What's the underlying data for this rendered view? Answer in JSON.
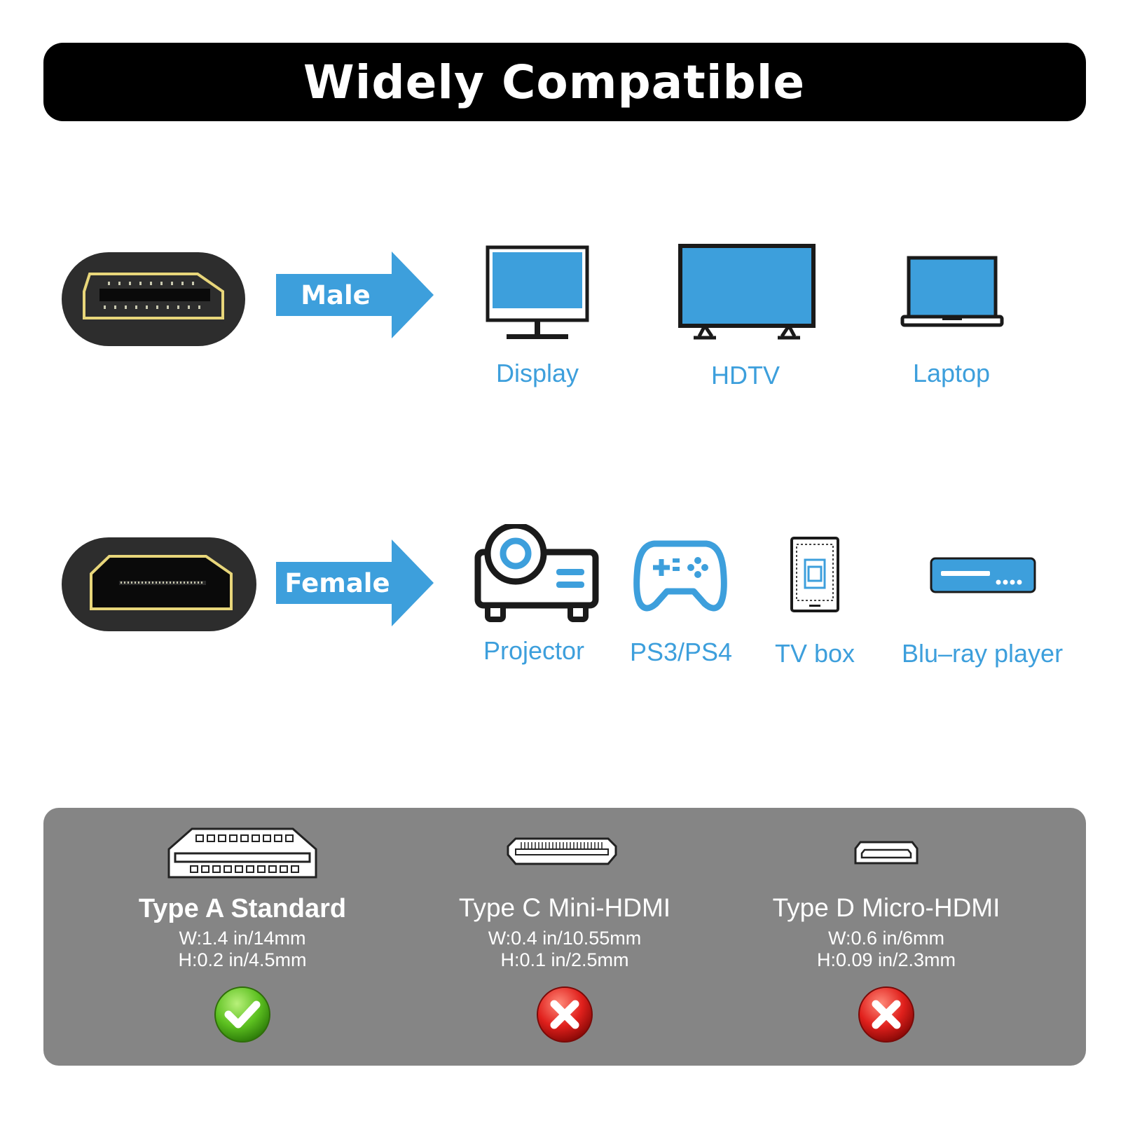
{
  "header": {
    "title": "Widely Compatible"
  },
  "colors": {
    "accent_blue": "#3d9fdc",
    "connector_gold": "#e8d67a",
    "connector_body": "#2d2d2d",
    "panel_gray": "#858585",
    "check_green": "#5cc020",
    "cross_red": "#e0201c"
  },
  "male_row": {
    "connector_icon": "hdmi-male-port-icon",
    "arrow_label": "Male",
    "devices": [
      {
        "label": "Display",
        "icon": "monitor-icon"
      },
      {
        "label": "HDTV",
        "icon": "tv-icon"
      },
      {
        "label": "Laptop",
        "icon": "laptop-icon"
      }
    ]
  },
  "female_row": {
    "connector_icon": "hdmi-female-port-icon",
    "arrow_label": "Female",
    "devices": [
      {
        "label": "Projector",
        "icon": "projector-icon"
      },
      {
        "label": "PS3/PS4",
        "icon": "gamepad-icon"
      },
      {
        "label": "TV box",
        "icon": "tv-box-icon"
      },
      {
        "label": "Blu–ray player",
        "icon": "bluray-player-icon"
      }
    ]
  },
  "connector_types": [
    {
      "name": "Type A Standard",
      "width": "W:1.4 in/14mm",
      "height": "H:0.2 in/4.5mm",
      "compatible": true,
      "icon": "type-a-connector-icon",
      "status_icon": "check-icon"
    },
    {
      "name": "Type C Mini-HDMI",
      "width": "W:0.4 in/10.55mm",
      "height": "H:0.1 in/2.5mm",
      "compatible": false,
      "icon": "type-c-connector-icon",
      "status_icon": "cross-icon"
    },
    {
      "name": "Type D Micro-HDMI",
      "width": "W:0.6 in/6mm",
      "height": "H:0.09 in/2.3mm",
      "compatible": false,
      "icon": "type-d-connector-icon",
      "status_icon": "cross-icon"
    }
  ]
}
